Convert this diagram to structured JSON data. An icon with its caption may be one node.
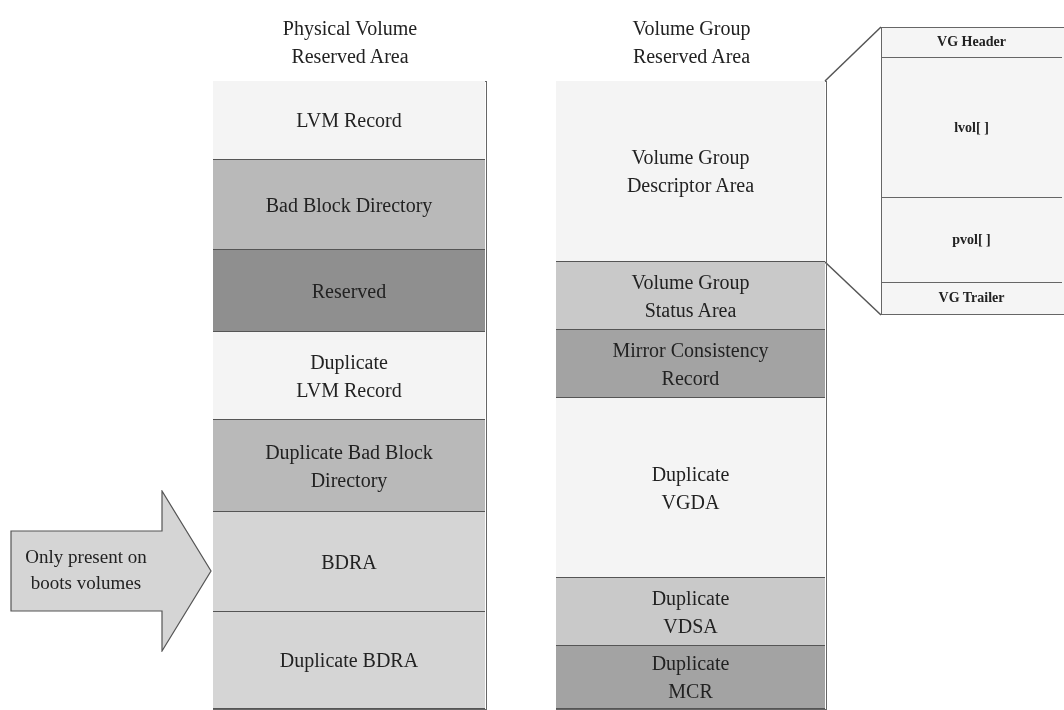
{
  "diagram": {
    "nodes": [
      {
        "text": [
          "Physical Volume Reserved Area"
        ]
      },
      {
        "text": [
          "LVM Record"
        ],
        "in": 0
      },
      {
        "text": [
          "Bad Block Directory"
        ],
        "in": 0
      },
      {
        "text": [
          "Reserved"
        ],
        "in": 0
      },
      {
        "text": [
          "Duplicate LVM Record"
        ],
        "in": 0
      },
      {
        "text": [
          "Duplicate Bad Block Directory"
        ],
        "in": 0
      },
      {
        "text": [
          "BDRA"
        ],
        "in": 0
      },
      {
        "text": [
          "Duplicate BDRA"
        ],
        "in": 0
      },
      {
        "text": [
          "Volume Group Reserved Area"
        ]
      },
      {
        "text": [
          "Volume Group Descriptor Area"
        ],
        "in": 8
      },
      {
        "text": [
          "Volume Group Status Area"
        ],
        "in": 8
      },
      {
        "text": [
          "Mirror Consistency Record"
        ],
        "in": 8
      },
      {
        "text": [
          "Duplicate VGDA"
        ],
        "in": 8
      },
      {
        "text": [
          "Duplicate VDSA"
        ],
        "in": 8
      },
      {
        "text": [
          "Duplicate MCR"
        ],
        "in": 8
      },
      {
        "text": [],
        "shape": "box"
      },
      {
        "text": [
          "VG Header"
        ],
        "in": 15
      },
      {
        "text": [
          "lvol[ ]"
        ],
        "in": 15
      },
      {
        "text": [
          "pvol[ ]"
        ],
        "in": 15
      },
      {
        "text": [
          "VG Trailer"
        ],
        "in": 15
      },
      {
        "text": [
          "Only present on boots volumes"
        ]
      }
    ],
    "edges": [
      {
        "from": 9,
        "to": 15,
        "arrow": "none"
      },
      {
        "from": 9,
        "to": 15,
        "arrow": "none"
      }
    ]
  }
}
